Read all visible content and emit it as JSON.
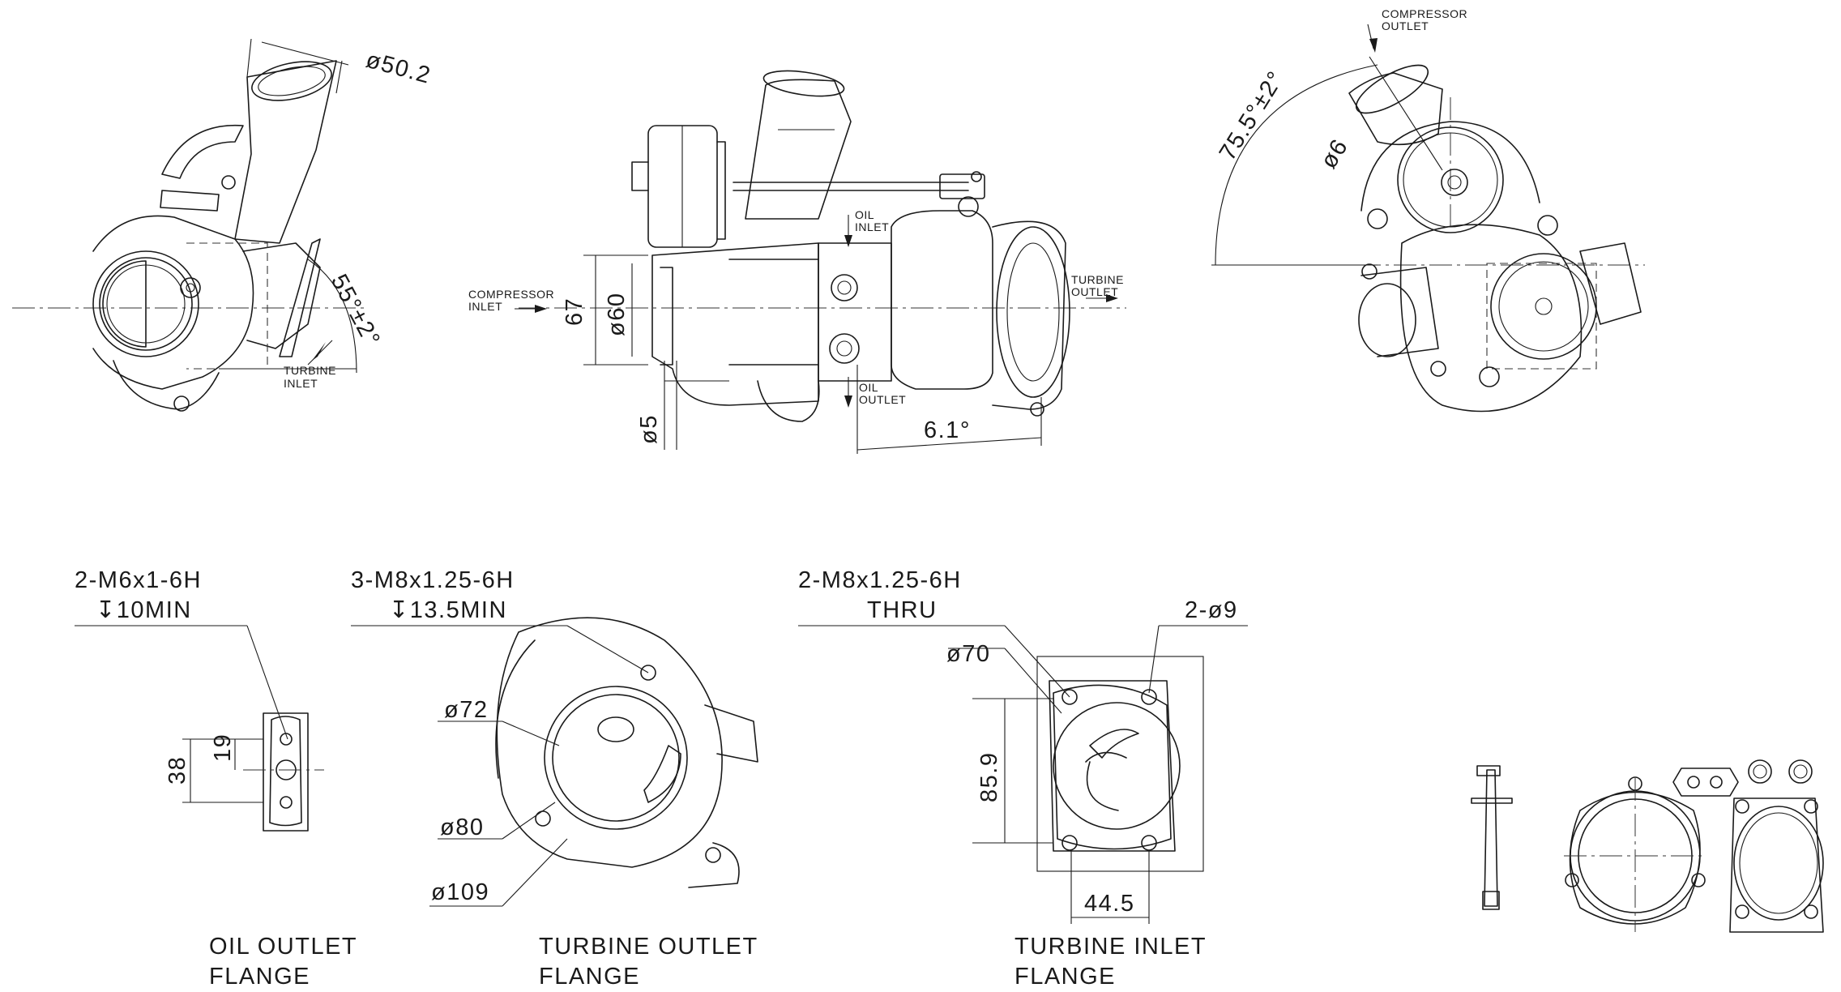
{
  "views": {
    "front_left": {
      "dim_outlet_diameter": "ø50.2",
      "dim_angle": "55°±2°",
      "label_turbine_inlet_line1": "TURBINE",
      "label_turbine_inlet_line2": "INLET"
    },
    "side": {
      "label_compressor_inlet_line1": "COMPRESSOR",
      "label_compressor_inlet_line2": "INLET",
      "label_turbine_outlet_line1": "TURBINE",
      "label_turbine_outlet_line2": "OUTLET",
      "label_oil_inlet_line1": "OIL",
      "label_oil_inlet_line2": "INLET",
      "label_oil_outlet_line1": "OIL",
      "label_oil_outlet_line2": "OUTLET",
      "dim_67": "67",
      "dim_60": "ø60",
      "dim_5": "ø5",
      "dim_6_1": "6.1°"
    },
    "rear_right": {
      "label_compressor_outlet_line1": "COMPRESSOR",
      "label_compressor_outlet_line2": "OUTLET",
      "dim_angle": "75.5°±2°",
      "dim_6": "ø6"
    },
    "oil_outlet_flange": {
      "callout_line1": "2-M6x1-6H",
      "callout_line2": "↧10MIN",
      "dim_38": "38",
      "dim_19": "19",
      "title_line1": "OIL OUTLET",
      "title_line2": "FLANGE"
    },
    "turbine_outlet_flange": {
      "callout_line1": "3-M8x1.25-6H",
      "callout_line2": "↧13.5MIN",
      "dim_72": "ø72",
      "dim_80": "ø80",
      "dim_109": "ø109",
      "title_line1": "TURBINE OUTLET",
      "title_line2": "FLANGE"
    },
    "turbine_inlet_flange": {
      "callout_line1": "2-M8x1.25-6H",
      "callout_line2": "THRU",
      "callout_holes": "2-ø9",
      "dim_70": "ø70",
      "dim_85_9": "85.9",
      "dim_44_5": "44.5",
      "title_line1": "TURBINE INLET",
      "title_line2": "FLANGE"
    }
  }
}
